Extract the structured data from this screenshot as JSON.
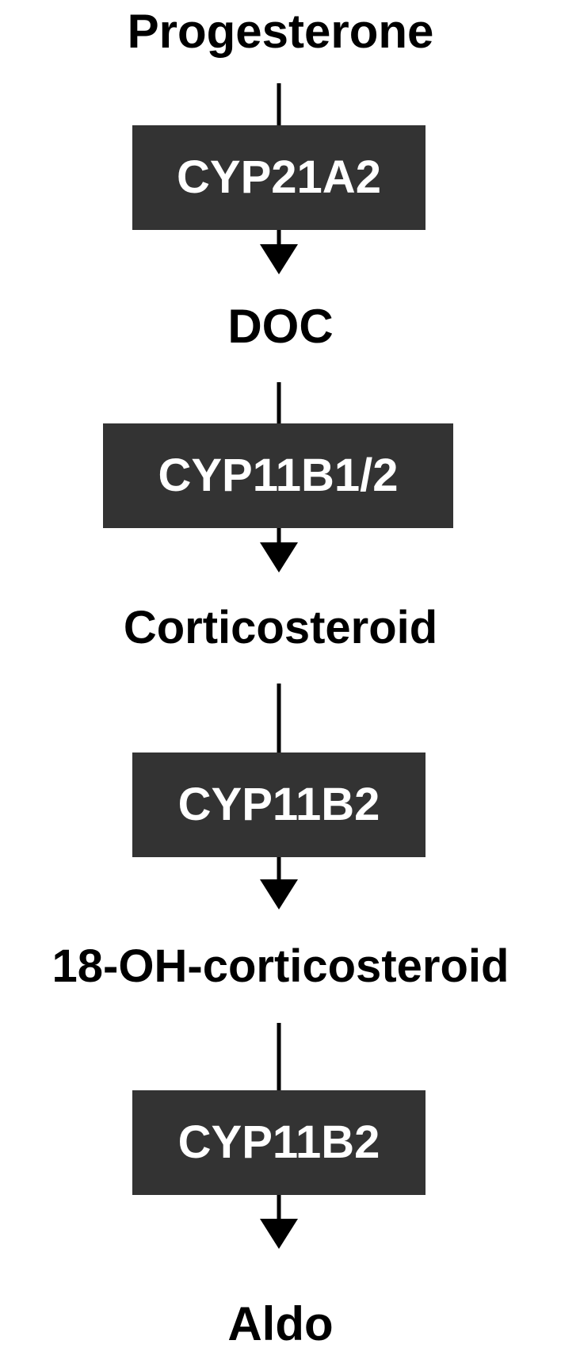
{
  "pathway": {
    "compounds": [
      "Progesterone",
      "DOC",
      "Corticosteroid",
      "18-OH-corticosteroid",
      "Aldo"
    ],
    "enzymes": [
      "CYP21A2",
      "CYP11B1/2",
      "CYP11B2",
      "CYP11B2"
    ]
  },
  "colors": {
    "enzyme_box": "#333333",
    "enzyme_text": "#ffffff",
    "compound_text": "#000000",
    "connector": "#000000"
  }
}
